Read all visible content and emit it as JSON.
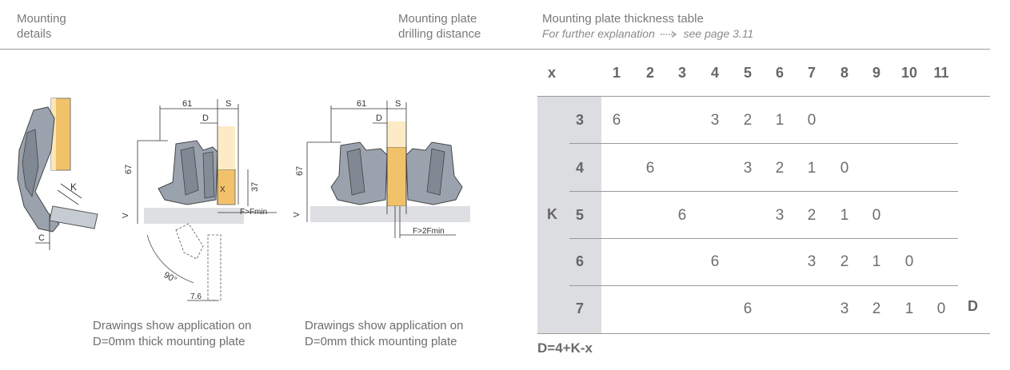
{
  "headers": {
    "mounting_details": [
      "Mounting",
      "details"
    ],
    "drilling_distance": [
      "Mounting plate",
      "drilling distance"
    ],
    "thickness_table": "Mounting plate thickness table",
    "further_explanation": "For further explanation",
    "see_page": "see page 3.11"
  },
  "drawing1": {
    "labels": [
      "K",
      "C"
    ]
  },
  "drawing2": {
    "labels": [
      "61",
      "S",
      "D",
      "67",
      "X",
      "37",
      "F>Fmin",
      "V",
      "90°",
      "7.6"
    ]
  },
  "drawing3": {
    "labels": [
      "61",
      "S",
      "D",
      "67",
      "V",
      "F>2Fmin"
    ]
  },
  "captions": {
    "left": [
      "Drawings show application on",
      "D=0mm thick mounting plate"
    ],
    "right": [
      "Drawings show application on",
      "D=0mm thick mounting plate"
    ]
  },
  "table": {
    "x_label": "x",
    "k_label": "K",
    "d_label": "D",
    "columns": [
      "1",
      "2",
      "3",
      "4",
      "5",
      "6",
      "7",
      "8",
      "9",
      "10",
      "11"
    ],
    "rows": [
      {
        "k": "3",
        "cells": [
          "6",
          "",
          "",
          "3",
          "2",
          "1",
          "0",
          "",
          "",
          "",
          ""
        ]
      },
      {
        "k": "4",
        "cells": [
          "",
          "6",
          "",
          "",
          "3",
          "2",
          "1",
          "0",
          "",
          "",
          ""
        ]
      },
      {
        "k": "5",
        "cells": [
          "",
          "",
          "6",
          "",
          "",
          "3",
          "2",
          "1",
          "0",
          "",
          ""
        ]
      },
      {
        "k": "6",
        "cells": [
          "",
          "",
          "",
          "6",
          "",
          "",
          "3",
          "2",
          "1",
          "0",
          ""
        ]
      },
      {
        "k": "7",
        "cells": [
          "",
          "",
          "",
          "",
          "6",
          "",
          "",
          "3",
          "2",
          "1",
          "0"
        ]
      }
    ],
    "formula": "D=4+K-x"
  },
  "colors": {
    "wood": "#f2c26a",
    "metal": "#9aa3ad",
    "band": "#dcdde1"
  }
}
